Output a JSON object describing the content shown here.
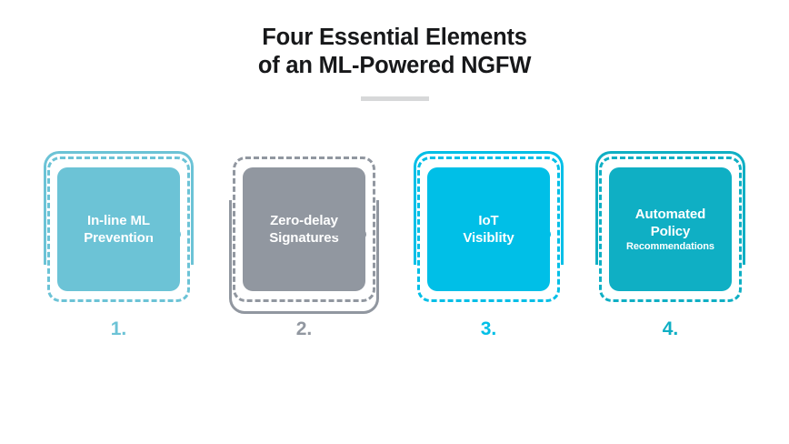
{
  "header": {
    "title_line_1": "Four Essential Elements",
    "title_line_2": "of an ML-Powered NGFW"
  },
  "steps": [
    {
      "number": "1.",
      "label": "In-line ML\nPrevention",
      "label_line_1": "In-line ML",
      "label_line_2": "Prevention",
      "sublabel": "",
      "color": "#6CC3D6",
      "outline_position": "top"
    },
    {
      "number": "2.",
      "label": "Zero-delay\nSignatures",
      "label_line_1": "Zero-delay",
      "label_line_2": "Signatures",
      "sublabel": "",
      "color": "#9197A0",
      "outline_position": "bottom"
    },
    {
      "number": "3.",
      "label": "IoT\nVisiblity",
      "label_line_1": "IoT",
      "label_line_2": "Visiblity",
      "sublabel": "",
      "color": "#00BFE7",
      "outline_position": "top"
    },
    {
      "number": "4.",
      "label": "Automated\nPolicy",
      "label_line_1": "Automated",
      "label_line_2": "Policy",
      "sublabel": "Recommendations",
      "color": "#0FAFC4",
      "outline_position": "top"
    }
  ],
  "connectors": [
    {
      "from": "1",
      "to": "2",
      "color": "#6CC3D6"
    },
    {
      "from": "2",
      "to": "3",
      "color": "#9197A0"
    },
    {
      "from": "3",
      "to": "4",
      "color": "#00BFE7"
    }
  ],
  "colors": {
    "title": "#17181a",
    "divider": "#d7d8d9",
    "background": "#ffffff"
  }
}
